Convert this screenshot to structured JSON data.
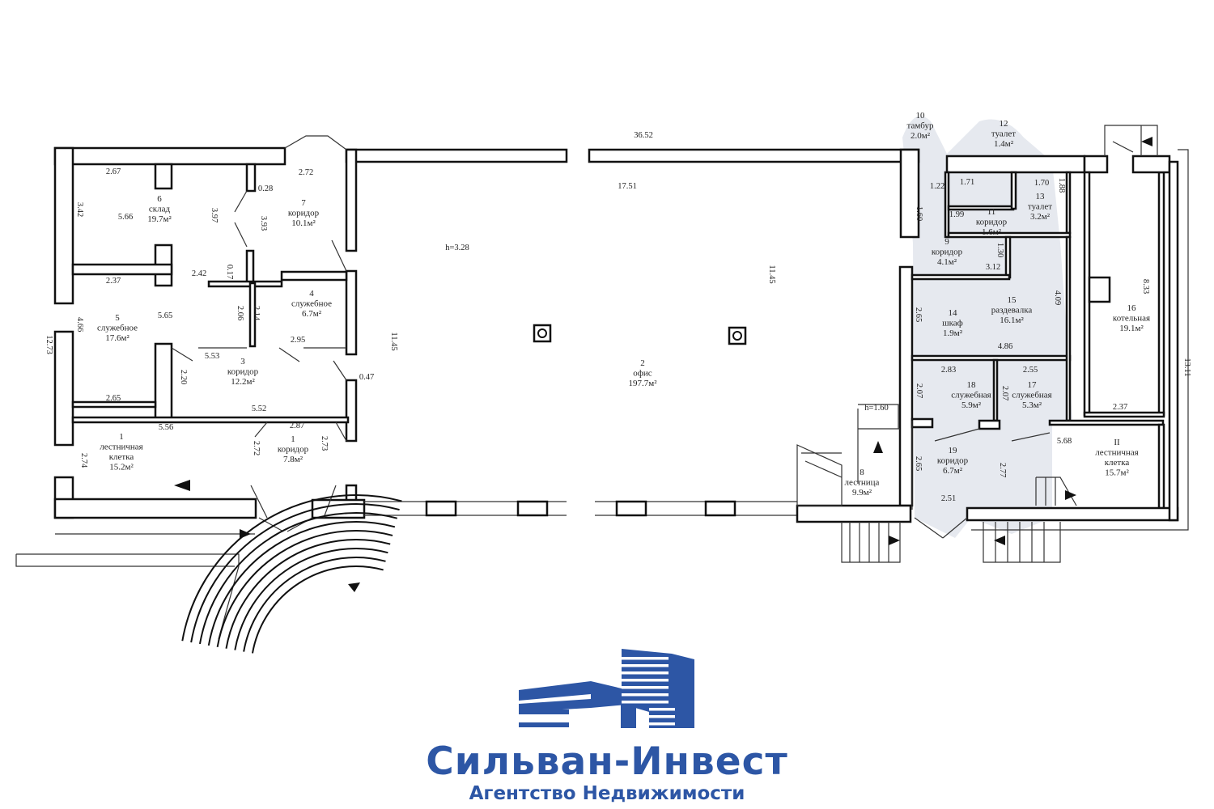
{
  "rooms": [
    {
      "num": "1",
      "name": "лестничная",
      "name2": "клетка",
      "area": "15.2м²"
    },
    {
      "num": "1",
      "name": "коридор",
      "area": "7.8м²"
    },
    {
      "num": "2",
      "name": "офис",
      "area": "197.7м²"
    },
    {
      "num": "3",
      "name": "коридор",
      "area": "12.2м²"
    },
    {
      "num": "4",
      "name": "служебное",
      "area": "6.7м²"
    },
    {
      "num": "5",
      "name": "служебное",
      "area": "17.6м²"
    },
    {
      "num": "6",
      "name": "склад",
      "area": "19.7м²"
    },
    {
      "num": "7",
      "name": "коридор",
      "area": "10.1м²"
    },
    {
      "num": "8",
      "name": "лестница",
      "area": "9.9м²"
    },
    {
      "num": "9",
      "name": "коридор",
      "area": "4.1м²"
    },
    {
      "num": "10",
      "name": "тамбур",
      "area": "2.0м²"
    },
    {
      "num": "11",
      "name": "коридор",
      "area": "1.6м²"
    },
    {
      "num": "12",
      "name": "туалет",
      "area": "1.4м²"
    },
    {
      "num": "13",
      "name": "туалет",
      "area": "3.2м²"
    },
    {
      "num": "14",
      "name": "шкаф",
      "area": "1.9м²"
    },
    {
      "num": "15",
      "name": "раздевалка",
      "area": "16.1м²"
    },
    {
      "num": "16",
      "name": "котельная",
      "area": "19.1м²"
    },
    {
      "num": "17",
      "name": "служебная",
      "area": "5.3м²"
    },
    {
      "num": "18",
      "name": "служебная",
      "area": "5.9м²"
    },
    {
      "num": "19",
      "name": "коридор",
      "area": "6.7м²"
    },
    {
      "num": "II",
      "name": "лестничная",
      "name2": "клетка",
      "area": "15.7м²"
    }
  ],
  "dimensions": [
    "36.52",
    "2.67",
    "2.72",
    "0.28",
    "3.42",
    "5.66",
    "3.97",
    "3.93",
    "17.51",
    "h=3.28",
    "11.45",
    "11.45",
    "2.42",
    "0.17",
    "2.37",
    "5.65",
    "4.66",
    "2.06",
    "2.14",
    "2.95",
    "5.53",
    "12.73",
    "2.20",
    "0.47",
    "2.65",
    "5.52",
    "5.56",
    "2.87",
    "2.72",
    "2.73",
    "2.74",
    "1.22",
    "1.60",
    "1.71",
    "1.70",
    "1.88",
    "1.99",
    "1.30",
    "3.12",
    "2.65",
    "4.09",
    "4.86",
    "8.33",
    "13.11",
    "2.83",
    "2.55",
    "2.07",
    "2.07",
    "2.37",
    "h=1.60",
    "5.68",
    "2.65",
    "2.77",
    "2.51"
  ],
  "logo": {
    "name": "Сильван-Инвест",
    "subtitle": "Агентство Недвижимости",
    "color": "#2d56a5"
  }
}
